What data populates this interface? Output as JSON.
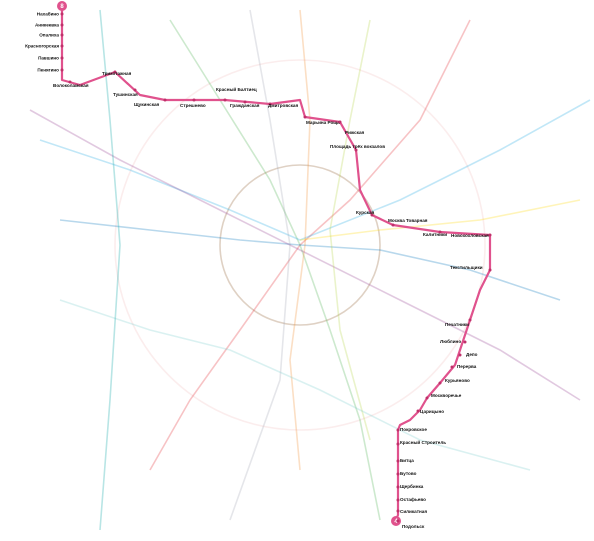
{
  "line_highlight_color": "#e0528d",
  "station_dot_color": "#c0306a",
  "termini": [
    {
      "id": "top",
      "badge": "8",
      "badge_color": "#e0528d"
    },
    {
      "id": "bottom",
      "badge": "4",
      "badge_color": "#e0528d"
    }
  ],
  "stations": [
    "Нахабино",
    "Аникеевка",
    "Опалиха",
    "Красногорская",
    "Павшино",
    "Пенягино",
    "Волоколамская",
    "Трикотажная",
    "Тушинская",
    "Щукинская",
    "Стрешнево",
    "Красный Балтиец",
    "Гражданская",
    "Дмитровская",
    "Марьина Роща",
    "Рижская",
    "Площадь трёх вокзалов",
    "Курская",
    "Москва Товарная",
    "Калитники",
    "Новохохловская",
    "Текстильщики",
    "Печатники",
    "Люблино",
    "Депо",
    "Перерва",
    "Курьяново",
    "Москворечье",
    "Царицыно",
    "Покровское",
    "Красный Строитель",
    "Битца",
    "Бутово",
    "Щербинка",
    "Остафьево",
    "Силикатная",
    "Подольск"
  ],
  "background_lines": [
    {
      "name": "red",
      "color": "#e4262d"
    },
    {
      "name": "green",
      "color": "#4baf4f"
    },
    {
      "name": "blue",
      "color": "#0072ba"
    },
    {
      "name": "light-blue",
      "color": "#1fa9e3"
    },
    {
      "name": "brown-ring",
      "color": "#8b5a2b"
    },
    {
      "name": "orange",
      "color": "#f08b2d"
    },
    {
      "name": "purple",
      "color": "#943e90"
    },
    {
      "name": "yellow",
      "color": "#ffd702"
    },
    {
      "name": "grey",
      "color": "#a2a5b4"
    },
    {
      "name": "light-green",
      "color": "#b4d445"
    },
    {
      "name": "teal",
      "color": "#79cdcd"
    },
    {
      "name": "mcc-ring",
      "color": "#f0c0c0"
    }
  ]
}
